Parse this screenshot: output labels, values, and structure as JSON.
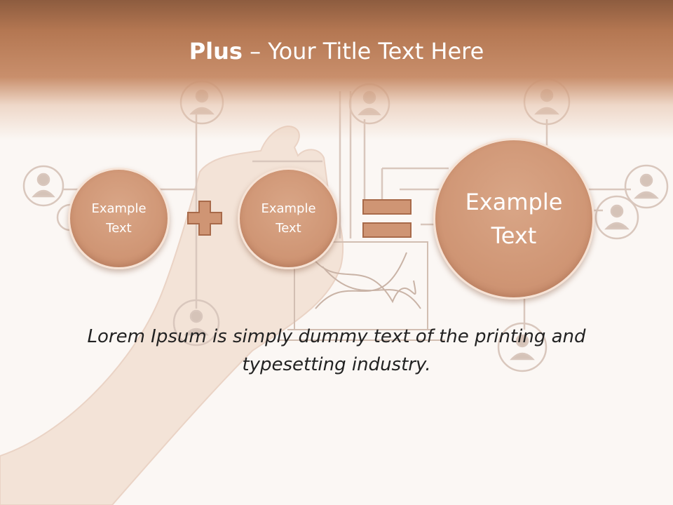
{
  "title": {
    "bold": "Plus",
    "rest": " – Your Title Text Here"
  },
  "circles": {
    "left": "Example\nText",
    "middle": "Example\nText",
    "result": "Example\nText"
  },
  "operators": {
    "plus": "plus-icon",
    "equals": "equals-icon"
  },
  "body_text": "Lorem Ipsum is simply dummy text of the printing and typesetting industry.",
  "colors": {
    "header": "#b47752",
    "circle": "#d29b7b",
    "operator": "#cf9574",
    "text": "#222222"
  }
}
